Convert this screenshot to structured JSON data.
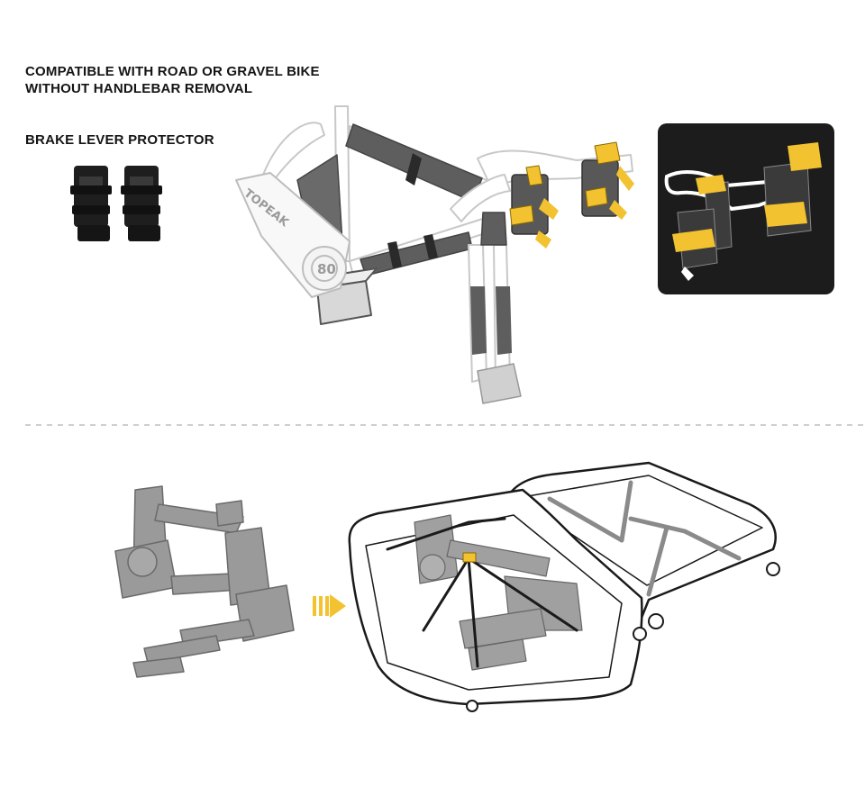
{
  "headline": {
    "line1": "COMPATIBLE WITH ROAD OR GRAVEL BIKE",
    "line2": "WITHOUT HANDLEBAR REMOVAL"
  },
  "protector": {
    "title": "BRAKE LEVER PROTECTOR"
  },
  "brand": {
    "logo_text": "TOPEAK",
    "badge_text": "80"
  },
  "colors": {
    "accent_yellow": "#f2c230",
    "dark_panel": "#1c1c1c",
    "foam_gray": "#595959",
    "light_outline": "#c8c8c8",
    "dashed_divider": "#bdbdbd",
    "case_outline": "#1a1a1a"
  },
  "icons": {
    "arrow": "triple-chevron-right-icon"
  }
}
